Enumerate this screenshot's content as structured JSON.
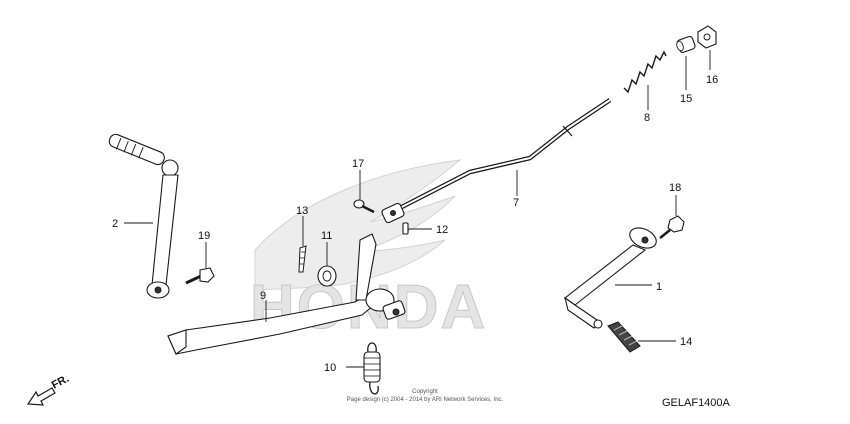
{
  "diagram": {
    "watermark": "HONDA",
    "direction_label": "FR.",
    "diagram_code": "GELAF1400A",
    "copyright": [
      "Copyright",
      "Page design (c) 2004 - 2014 by ARI Network Services, Inc."
    ],
    "callouts": [
      {
        "id": "c1",
        "label": "1"
      },
      {
        "id": "c2",
        "label": "2"
      },
      {
        "id": "c7",
        "label": "7"
      },
      {
        "id": "c8",
        "label": "8"
      },
      {
        "id": "c9",
        "label": "9"
      },
      {
        "id": "c10",
        "label": "10"
      },
      {
        "id": "c11",
        "label": "11"
      },
      {
        "id": "c12",
        "label": "12"
      },
      {
        "id": "c13",
        "label": "13"
      },
      {
        "id": "c14",
        "label": "14"
      },
      {
        "id": "c15",
        "label": "15"
      },
      {
        "id": "c16",
        "label": "16"
      },
      {
        "id": "c17",
        "label": "17"
      },
      {
        "id": "c18",
        "label": "18"
      },
      {
        "id": "c19",
        "label": "19"
      }
    ]
  }
}
